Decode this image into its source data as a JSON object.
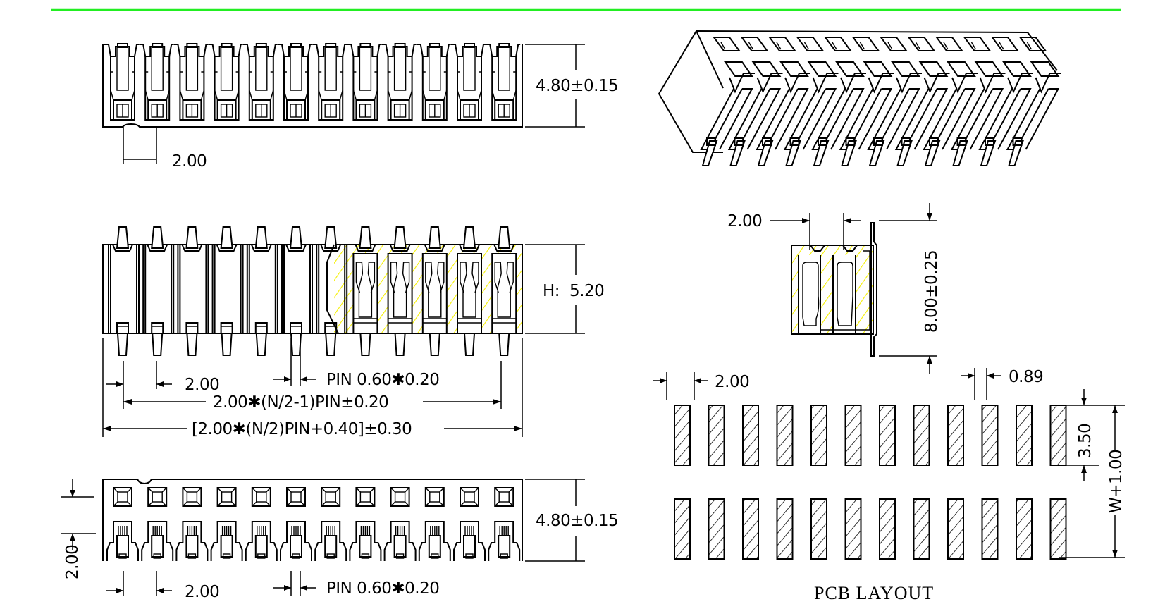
{
  "drawing": {
    "title_rule_color": "#22ee22",
    "hatch_color": "#f5f000",
    "pin_count_per_row": 12,
    "views": {
      "top_view": {
        "name": "top-view",
        "dims": {
          "height": "4.80±0.15",
          "pitch": "2.00"
        }
      },
      "front_view": {
        "name": "front-section-view",
        "dims": {
          "height_label": "H:",
          "height": "5.20",
          "pitch": "2.00",
          "pin": "PIN  0.60✱0.20",
          "pin_span": "2.00✱(N/2-1)PIN±0.20",
          "overall": "[2.00✱(N/2)PIN+0.40]±0.30"
        }
      },
      "bottom_view": {
        "name": "bottom-view",
        "dims": {
          "height": "4.80±0.15",
          "row_pitch": "2.00",
          "pitch": "2.00",
          "pin": "PIN  0.60✱0.20"
        }
      },
      "iso_view": {
        "name": "isometric-view"
      },
      "side_view": {
        "name": "side-section-view",
        "dims": {
          "pitch": "2.00",
          "height": "8.00±0.25"
        }
      },
      "pcb_layout": {
        "name": "pcb-layout",
        "caption": "PCB  LAYOUT",
        "dims": {
          "pitch": "2.00",
          "pad_width": "0.89",
          "pad_length": "3.50",
          "row_span": "W+1.00"
        },
        "rows": 2,
        "pads_per_row": 12
      }
    }
  }
}
